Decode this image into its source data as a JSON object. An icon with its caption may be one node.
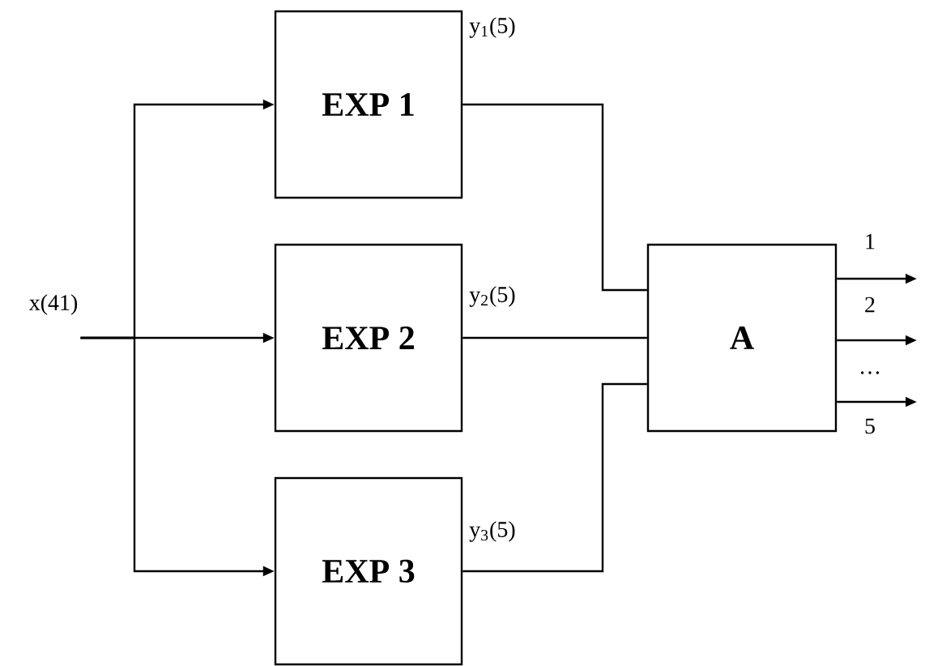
{
  "diagram": {
    "nodes": [
      {
        "text": [
          "x(41)"
        ]
      },
      {
        "text": [
          "EXP 1"
        ]
      },
      {
        "text": [
          "EXP 2"
        ]
      },
      {
        "text": [
          "EXP 3"
        ]
      },
      {
        "text": [
          "A"
        ]
      }
    ],
    "edges": [
      {
        "from": 0,
        "to": 1,
        "arrow": "to"
      },
      {
        "from": 0,
        "to": 2,
        "arrow": "to"
      },
      {
        "from": 0,
        "to": 3,
        "arrow": "to"
      },
      {
        "from": 1,
        "to": 4,
        "arrow": "none",
        "label": "y$_{1}$(5)"
      },
      {
        "from": 2,
        "to": 4,
        "arrow": "none",
        "label": "y$_{2}$(5)"
      },
      {
        "from": 3,
        "to": 4,
        "arrow": "none",
        "label": "y$_{3}$(5)"
      },
      {
        "from": 4,
        "to": null,
        "arrow": "to",
        "label": "1"
      },
      {
        "from": 4,
        "to": null,
        "arrow": "to",
        "label": "2"
      },
      {
        "from": 4,
        "to": null,
        "arrow": "to",
        "label": "5"
      }
    ],
    "labels": [
      "…"
    ]
  }
}
